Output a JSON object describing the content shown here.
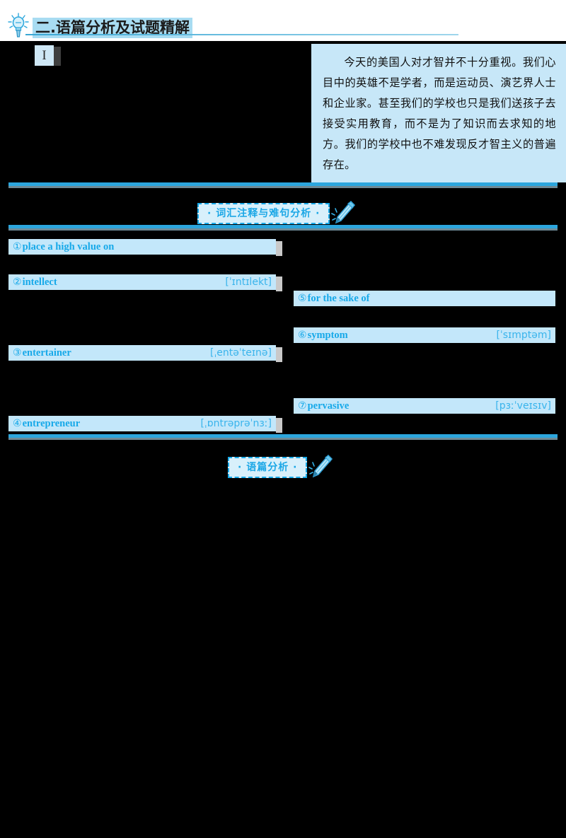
{
  "header": {
    "icon": "lightbulb-icon",
    "title": "二.语篇分析及试题精解"
  },
  "article": {
    "marker": "I",
    "redacted": true
  },
  "translation": {
    "text": "今天的美国人对才智并不十分重视。我们心目中的英雄不是学者，而是运动员、演艺界人士和企业家。甚至我们的学校也只是我们送孩子去接受实用教育，而不是为了知识而去求知的地方。我们的学校中也不难发现反才智主义的普遍存在。"
  },
  "sections": [
    {
      "label": "· 词汇注释与难句分析 ·",
      "icon": "pencil-icon"
    },
    {
      "label": "· 语篇分析 ·",
      "icon": "pencil-icon"
    }
  ],
  "vocabulary": [
    {
      "num": "①",
      "word": "place a high value on",
      "ipa": ""
    },
    {
      "num": "②",
      "word": "intellect",
      "ipa": "[ˈɪntɪlekt]"
    },
    {
      "num": "③",
      "word": "entertainer",
      "ipa": "[ˌentəˈteɪnə]"
    },
    {
      "num": "④",
      "word": "entrepreneur",
      "ipa": "[ˌɒntrəprəˈnɜː]"
    },
    {
      "num": "⑤",
      "word": "for the sake of",
      "ipa": ""
    },
    {
      "num": "⑥",
      "word": "symptom",
      "ipa": "[ˈsɪmptəm]"
    },
    {
      "num": "⑦",
      "word": "pervasive",
      "ipa": "[pɜːˈveɪsɪv]"
    }
  ],
  "colors": {
    "accent": "#2ca6dd",
    "highlight": "#c3e7fa",
    "translation_bg": "#c7e7f8",
    "title_bg": "#a8dcf2",
    "text_blue": "#17a9e9"
  }
}
